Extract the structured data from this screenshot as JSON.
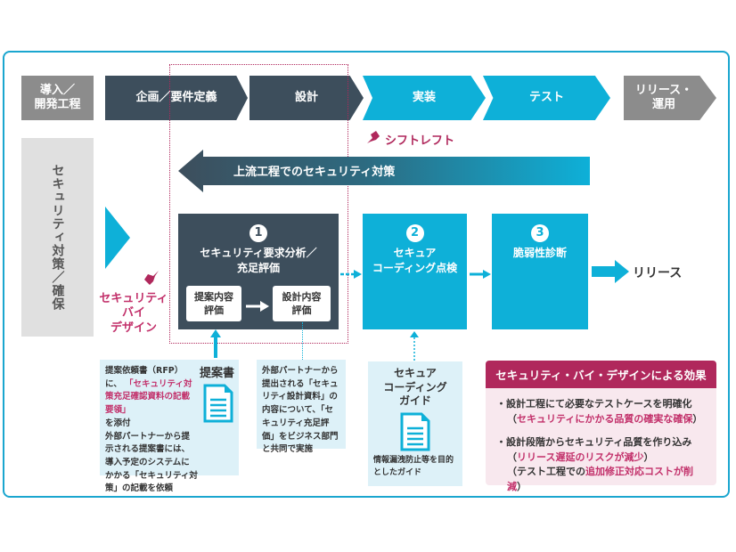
{
  "diagram": {
    "process_header": {
      "label": "導入／\n開発工程",
      "stages": [
        {
          "label": "企画／要件定義",
          "color": "#3d4e5c"
        },
        {
          "label": "設計",
          "color": "#3d4e5c"
        },
        {
          "label": "実装",
          "color": "#0eb0d8"
        },
        {
          "label": "テスト",
          "color": "#0eb0d8"
        },
        {
          "label": "リリース・\n運用",
          "color": "#8c8c8c"
        }
      ]
    },
    "shift_left_label": "シフトレフト",
    "upstream_arrow_label": "上流工程でのセキュリティ対策",
    "side_label": "セキュリティ対策／確保",
    "security_by_design_label": "セキュリティ\nバイ\nデザイン",
    "steps": [
      {
        "number": "1",
        "title": "セキュリティ要求分析／\n充足評価",
        "sub_boxes": [
          "提案内容\n評価",
          "設計内容\n評価"
        ]
      },
      {
        "number": "2",
        "title": "セキュア\nコーディング点検"
      },
      {
        "number": "3",
        "title": "脆弱性診断"
      }
    ],
    "release_label": "リリース",
    "notes": {
      "proposal": {
        "title": "提案書",
        "line1": "提案依頼書（RFP）に、",
        "highlight": "「セキュリティ対策充足確認資料の記載要領」",
        "line2": "を添付",
        "line3": "外部パートナーから提示される提案書には、導入予定のシステムにかかる「セキュリティ対策」の記載を依頼"
      },
      "design": {
        "text": "外部パートナーから提出される「セキュリティ設計資料」の内容について、「セキュリティ充足評価」をビジネス部門と共同で実施"
      },
      "coding_guide": {
        "title": "セキュア\nコーディング\nガイド",
        "caption": "情報漏洩防止等を目的としたガイド"
      }
    },
    "effects": {
      "title": "セキュリティ・バイ・デザインによる効果",
      "items": [
        {
          "main": "・設計工程にて必要なテストケースを明確化",
          "sub": [
            {
              "prefix": "（",
              "highlight": "セキュリティにかかる品質の確実な確保",
              "suffix": "）"
            }
          ]
        },
        {
          "main": "・設計段階からセキュリティ品質を作り込み",
          "sub": [
            {
              "prefix": "（",
              "highlight": "リリース遅延のリスクが減少",
              "suffix": "）"
            },
            {
              "prefix": "（テスト工程での",
              "highlight": "追加修正対応コストが削減",
              "suffix": "）"
            }
          ]
        }
      ]
    },
    "colors": {
      "dark": "#3d4e5c",
      "cyan": "#0eb0d8",
      "gray": "#8c8c8c",
      "accent_pink": "#b0285c",
      "note_bg": "#ddf1f8",
      "effects_bg": "#f8e8ee"
    }
  }
}
